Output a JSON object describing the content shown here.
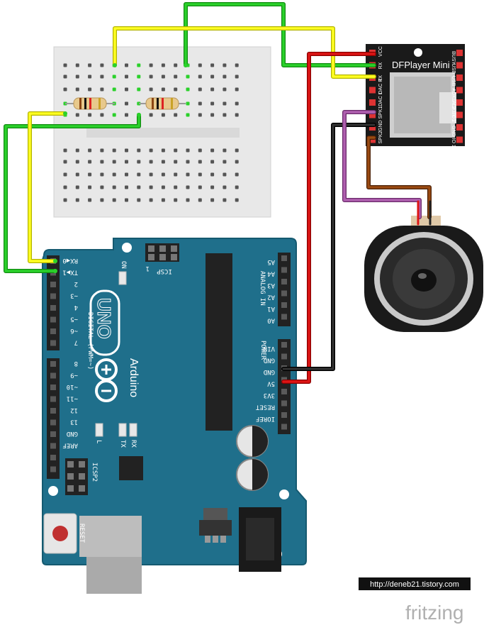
{
  "dfplayer": {
    "title": "DFPlayer Mini",
    "pins_left": [
      "VCC",
      "RX",
      "TX",
      "DAC R",
      "DAC L",
      "SPK1",
      "GND",
      "SPK2"
    ],
    "pins_right": [
      "BUSY",
      "USB -",
      "USB +",
      "ADKEY 2",
      "ADKEY 1",
      "IO 2",
      "GND",
      "IO 1"
    ]
  },
  "arduino": {
    "model": "UNO",
    "brand": "Arduino",
    "icsp_top": "ICSP",
    "icsp2": "ICSP2",
    "reset": "RESET",
    "on_label": "ON",
    "l_label": "L",
    "tx_label": "TX",
    "rx_label": "RX",
    "digital_label": "DIGITAL (PWM=~)",
    "analog_label": "ANALOG IN",
    "power_label": "POWER",
    "icsp_num": "1",
    "digital_pins_upper": [
      "RX◀0",
      "TX▶1",
      "2",
      "~3",
      "4",
      "~5",
      "~6",
      "7"
    ],
    "digital_pins_lower": [
      "8",
      "~9",
      "~10",
      "~11",
      "12",
      "13",
      "GND",
      "AREF"
    ],
    "analog_pins": [
      "A5",
      "A4",
      "A3",
      "A2",
      "A1",
      "A0"
    ],
    "power_pins": [
      "VIN",
      "GND",
      "GND",
      "5V",
      "3V3",
      "RESET",
      "IOREF"
    ]
  },
  "watermark": "http://deneb21.tistory.com",
  "logo": "fritzing",
  "colors": {
    "board": "#1f6f8b",
    "wire_green": "#22bb22",
    "wire_yellow": "#eeee00",
    "wire_red": "#cc1111",
    "wire_black": "#111111",
    "wire_purple": "#a050a0",
    "wire_brown": "#8b4513"
  }
}
